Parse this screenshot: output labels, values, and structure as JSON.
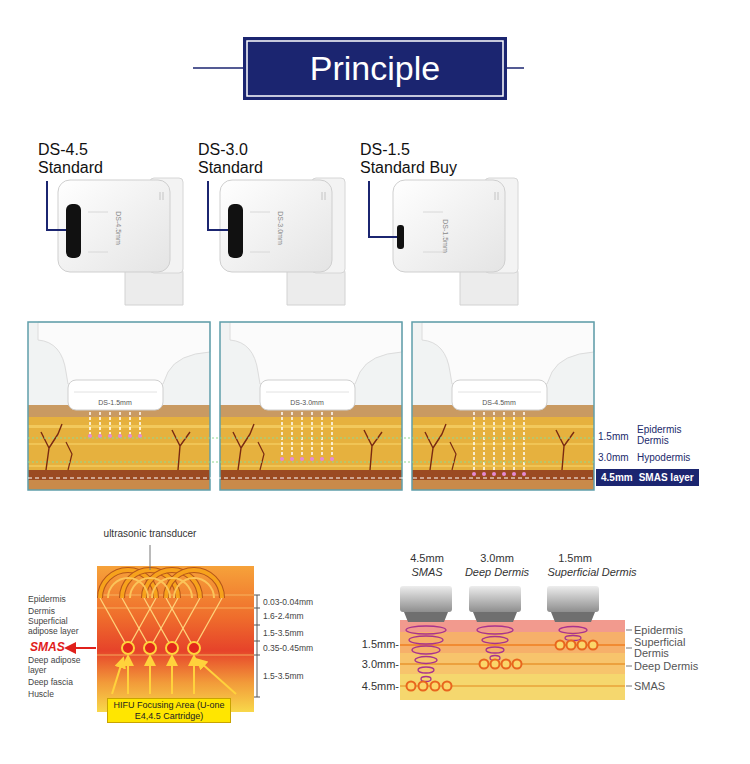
{
  "diagram": {
    "title": "Principle",
    "nodes": [
      {
        "text": [
          "4.5mm",
          "SMAS layer"
        ]
      },
      {
        "text": [
          "HIFU Focusing Area (U-one E4,4.5 Cartridge)"
        ]
      }
    ],
    "labels": [
      "DS-4.5 Standard",
      "DS-3.0 Standard",
      "DS-1.5 Standard Buy",
      "DS-4.5mm",
      "DS-3.0mm",
      "DS-1.5mm",
      "DS-1.5mm",
      "DS-3.0mm",
      "DS-4.5mm",
      "1.5mm",
      "Epidermis",
      "Dermis",
      "3.0mm",
      "Hypodermis",
      "ultrasonic transducer",
      "Epidermis",
      "Dermis",
      "Superficial adipose layer",
      "SMAS",
      "Deep adipose layer",
      "Deep fascia",
      "Huscle",
      "0.03-0.04mm",
      "1.6-2.4mm",
      "1.5-3.5mm",
      "0.35-0.45mm",
      "1.5-3.5mm",
      "4.5mm",
      "SMAS",
      "3.0mm",
      "Deep Dermis",
      "1.5mm",
      "Superficial Dermis",
      "1.5mm-",
      "3.0mm-",
      "4.5mm-",
      "Epidermis",
      "Superficial Dermis",
      "Deep Dermis",
      "SMAS"
    ]
  }
}
